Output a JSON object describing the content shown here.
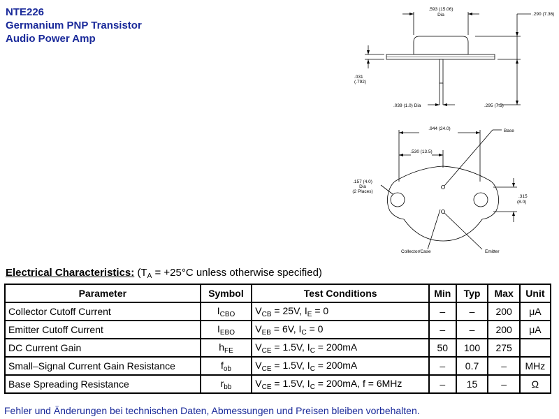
{
  "header": {
    "part_number": "NTE226",
    "description": "Germanium PNP Transistor",
    "application": "Audio Power Amp"
  },
  "drawing": {
    "dim_top_width": ".593 (15.06)",
    "dim_top_width_sub": "Dia",
    "dim_height": ".290 (7.36)",
    "dim_flange": ".031",
    "dim_flange_mm": "(.792)",
    "dim_pin_dia": ".039 (1.0) Dia",
    "dim_pin_len": ".295 (7.5)",
    "dim_overall": ".944 (24.0)",
    "dim_hole_spacing": ".530 (13.5)",
    "dim_hole_dia": ".157 (4.0)",
    "dim_hole_dia_sub1": "Dia",
    "dim_hole_dia_sub2": "(2 Places)",
    "dim_pin_spacing": ".315",
    "dim_pin_spacing_mm": "(8.0)",
    "label_base": "Base",
    "label_collector": "Collector/Case",
    "label_emitter": "Emitter"
  },
  "electrical": {
    "heading": "Electrical Characteristics:",
    "cond_open": "(T",
    "cond_sub": "A",
    "cond_close": " = +25°C unless otherwise specified)",
    "columns": [
      "Parameter",
      "Symbol",
      "Test Conditions",
      "Min",
      "Typ",
      "Max",
      "Unit"
    ],
    "rows": [
      {
        "parameter": "Collector Cutoff Current",
        "sym_main": "I",
        "sym_sub": "CBO",
        "cond": [
          {
            "t": "V",
            "s": "CB"
          },
          {
            "t": " = 25V, I",
            "s": "E"
          },
          {
            "t": " = 0",
            "s": ""
          }
        ],
        "min": "–",
        "typ": "–",
        "max": "200",
        "unit": "μA"
      },
      {
        "parameter": "Emitter Cutoff Current",
        "sym_main": "I",
        "sym_sub": "EBO",
        "cond": [
          {
            "t": "V",
            "s": "EB"
          },
          {
            "t": " = 6V, I",
            "s": "C"
          },
          {
            "t": " = 0",
            "s": ""
          }
        ],
        "min": "–",
        "typ": "–",
        "max": "200",
        "unit": "μA"
      },
      {
        "parameter": "DC Current Gain",
        "sym_main": "h",
        "sym_sub": "FE",
        "cond": [
          {
            "t": "V",
            "s": "CE"
          },
          {
            "t": " = 1.5V, I",
            "s": "C"
          },
          {
            "t": " = 200mA",
            "s": ""
          }
        ],
        "min": "50",
        "typ": "100",
        "max": "275",
        "unit": ""
      },
      {
        "parameter": "Small–Signal Current Gain Resistance",
        "sym_main": "f",
        "sym_sub": "ob",
        "cond": [
          {
            "t": "V",
            "s": "CE"
          },
          {
            "t": " = 1.5V, I",
            "s": "C"
          },
          {
            "t": " = 200mA",
            "s": ""
          }
        ],
        "min": "–",
        "typ": "0.7",
        "max": "–",
        "unit": "MHz"
      },
      {
        "parameter": "Base Spreading Resistance",
        "sym_main": "r",
        "sym_sub": "bb",
        "cond": [
          {
            "t": "V",
            "s": "CE"
          },
          {
            "t": " = 1.5V, I",
            "s": "C"
          },
          {
            "t": " = 200mA, f = 6MHz",
            "s": ""
          }
        ],
        "min": "–",
        "typ": "15",
        "max": "–",
        "unit": "Ω"
      }
    ]
  },
  "footer": {
    "note": "Fehler und Änderungen bei technischen Daten, Abmessungen und Preisen bleiben vorbehalten."
  }
}
